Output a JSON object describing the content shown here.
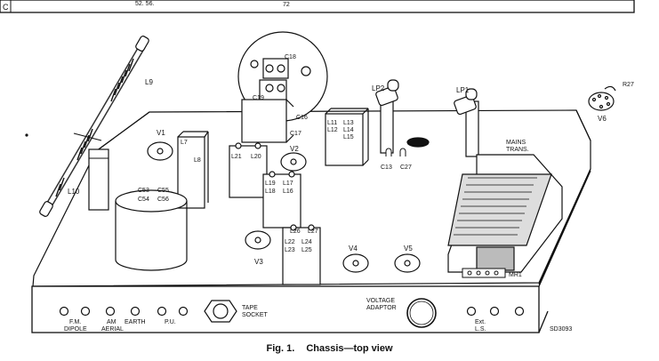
{
  "header_strip": {
    "row_letter": "C",
    "note_left": "52.  56.",
    "note_mid": "72"
  },
  "labels": {
    "l9": "L9",
    "l10": "L10",
    "c18": "C18",
    "c19": "C19",
    "c16": "C16",
    "c17": "C17",
    "l11": "L11",
    "l12": "L12",
    "l13": "L13",
    "l14": "L14",
    "l15": "L15",
    "lp2": "LP2",
    "lp1": "LP1",
    "r27": "R27",
    "v6": "V6",
    "v1": "V1",
    "l7": "L7",
    "l8": "L8",
    "l21": "L21",
    "l20": "L20",
    "v2": "V2",
    "l19": "L19",
    "l17": "L17",
    "l18": "L18",
    "l16": "L16",
    "c13": "C13",
    "c27": "C27",
    "mains_1": "MAINS",
    "mains_2": "TRANS.",
    "c53": "C53",
    "c55": "C55",
    "c54": "C54",
    "c56": "C56",
    "l26": "L26",
    "l27": "L27",
    "l22": "L22",
    "l24": "L24",
    "l23": "L23",
    "l25": "L25",
    "v3": "V3",
    "v4": "V4",
    "v5": "V5",
    "mr1": "MR1"
  },
  "panel": {
    "fm": "F.M.",
    "dipole": "DIPOLE",
    "am": "AM",
    "aerial": "AERIAL",
    "earth": "EARTH",
    "pu": "P.U.",
    "tape_1": "TAPE",
    "tape_2": "SOCKET",
    "voltage_1": "VOLTAGE",
    "voltage_2": "ADAPTOR",
    "ext": "Ext.",
    "ls": "L.S."
  },
  "drawing_ref": "SD3093",
  "caption": {
    "fig": "Fig. 1.",
    "title": "Chassis—top view"
  }
}
